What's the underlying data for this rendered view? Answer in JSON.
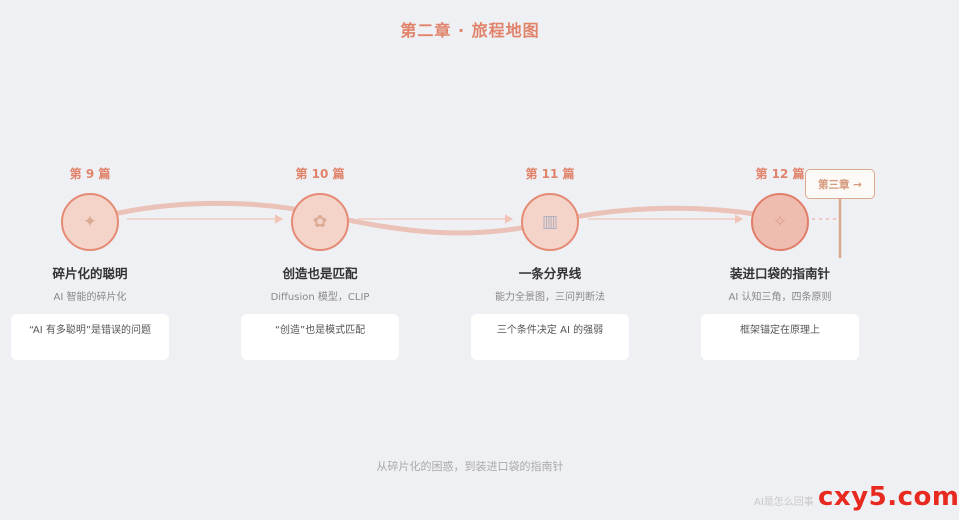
{
  "header": {
    "title": "第二章 · 旅程地图"
  },
  "stages": [
    {
      "number": "第 9 篇",
      "icon": "puzzle-icon",
      "glyph": "✦",
      "title": "碎片化的聪明",
      "subtitle": "AI 智能的碎片化",
      "card": "“AI 有多聪明”是错误的问题",
      "active": false
    },
    {
      "number": "第 10 篇",
      "icon": "palette-icon",
      "glyph": "✿",
      "title": "创造也是匹配",
      "subtitle": "Diffusion 模型，CLIP",
      "card": "“创造”也是模式匹配",
      "active": false
    },
    {
      "number": "第 11 篇",
      "icon": "map-icon",
      "glyph": "▥",
      "title": "一条分界线",
      "subtitle": "能力全景图，三问判断法",
      "card": "三个条件决定 AI 的强弱",
      "active": false
    },
    {
      "number": "第 12 篇",
      "icon": "compass-icon",
      "glyph": "✧",
      "title": "装进口袋的指南针",
      "subtitle": "AI 认知三角，四条原则",
      "card": "框架锚定在原理上",
      "active": true
    }
  ],
  "next_chapter": {
    "label": "第三章 →"
  },
  "footer": {
    "caption": "从碎片化的困惑，到装进口袋的指南针"
  },
  "brand": {
    "faint_text": "AI是怎么回事",
    "watermark": "cxy5.com"
  },
  "colors": {
    "accent": "#e0836a",
    "circle_fill": "#f4d3c9",
    "background": "#eff0f4",
    "watermark": "#e8291f"
  }
}
